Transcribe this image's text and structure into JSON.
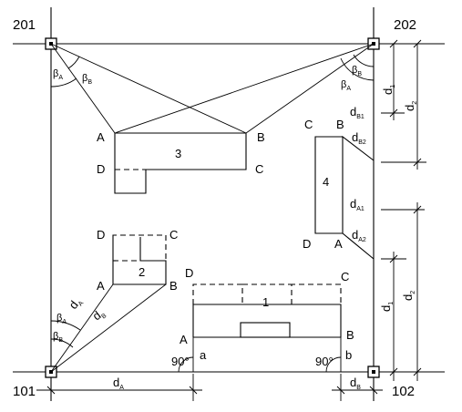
{
  "stations": {
    "s201": "201",
    "s202": "202",
    "s101": "101",
    "s102": "102"
  },
  "objects": {
    "n1": "1",
    "n2": "2",
    "n3": "3",
    "n4": "4"
  },
  "corners": {
    "o1": {
      "A": "A",
      "B": "B",
      "C": "C",
      "D": "D"
    },
    "o2": {
      "A": "A",
      "B": "B",
      "C": "C",
      "D": "D"
    },
    "o3": {
      "A": "A",
      "B": "B",
      "C": "C",
      "D": "D"
    },
    "o4": {
      "A": "A",
      "B": "B",
      "C": "C",
      "D": "D"
    }
  },
  "greek": {
    "beta": "β"
  },
  "subs": {
    "A": "A",
    "B": "B",
    "A1": "A1",
    "A2": "A2",
    "B1": "B1",
    "B2": "B2"
  },
  "dist": {
    "d": "d",
    "d1": "d",
    "d2": "d",
    "sub1": "1",
    "sub2": "2"
  },
  "offsets": {
    "a": "a",
    "b": "b"
  },
  "angles": {
    "right_angle": "90°"
  }
}
